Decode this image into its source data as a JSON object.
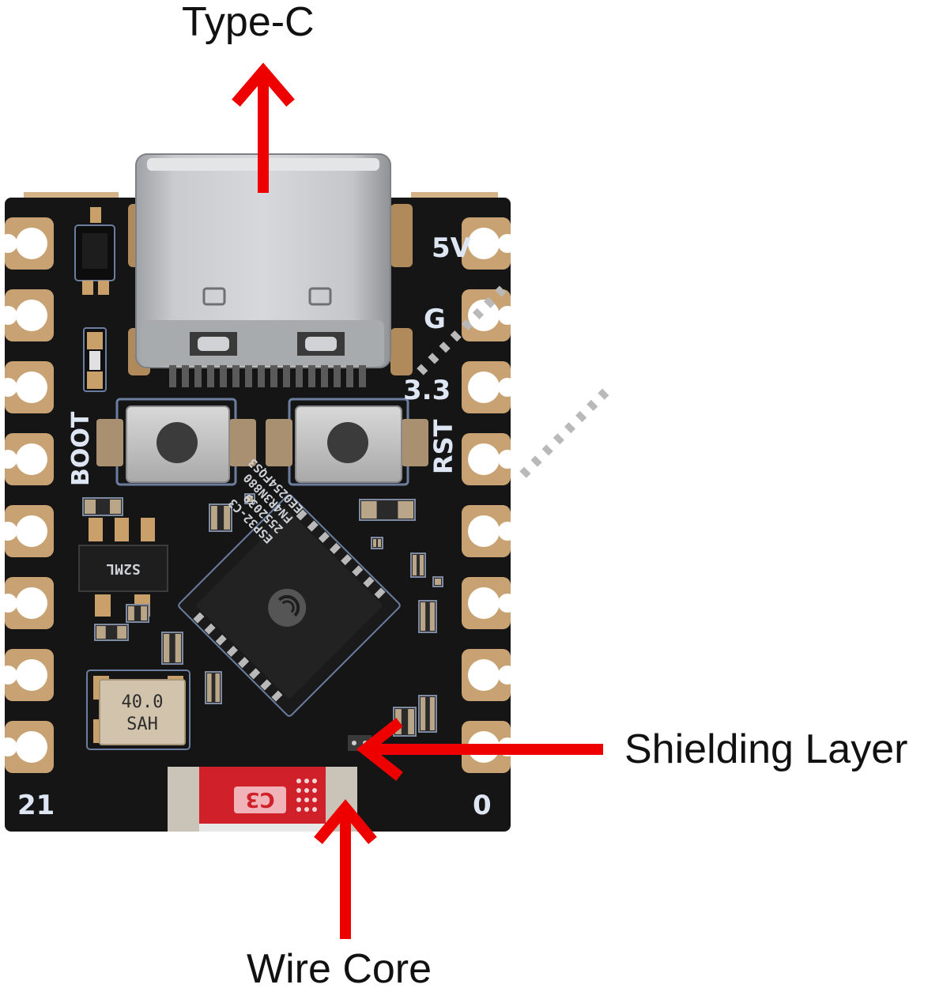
{
  "callouts": {
    "type_c": "Type-C",
    "shielding_layer": "Shielding Layer",
    "wire_core": "Wire Core"
  },
  "board_silkscreen": {
    "pin_5v": "5V",
    "pin_g": "G",
    "pin_3v3": "3.3",
    "pin_rst": "RST",
    "pin_boot": "BOOT",
    "pin_21": "21",
    "pin_0": "0",
    "antenna_marking": "C3",
    "crystal_line1": "40.0",
    "crystal_line2": "SAH",
    "regulator_marking": "S2ML",
    "chip_line1": "ESP32-C3",
    "chip_line2": "2552039",
    "chip_line3": "FN4R3N880",
    "chip_line4": "EE0254FQS3"
  },
  "colors": {
    "arrow": "#ee0000",
    "pcb": "#151515",
    "pad_copper": "#c8a272",
    "usb_shell": "#b7b9bc",
    "antenna": "#d0202a"
  }
}
